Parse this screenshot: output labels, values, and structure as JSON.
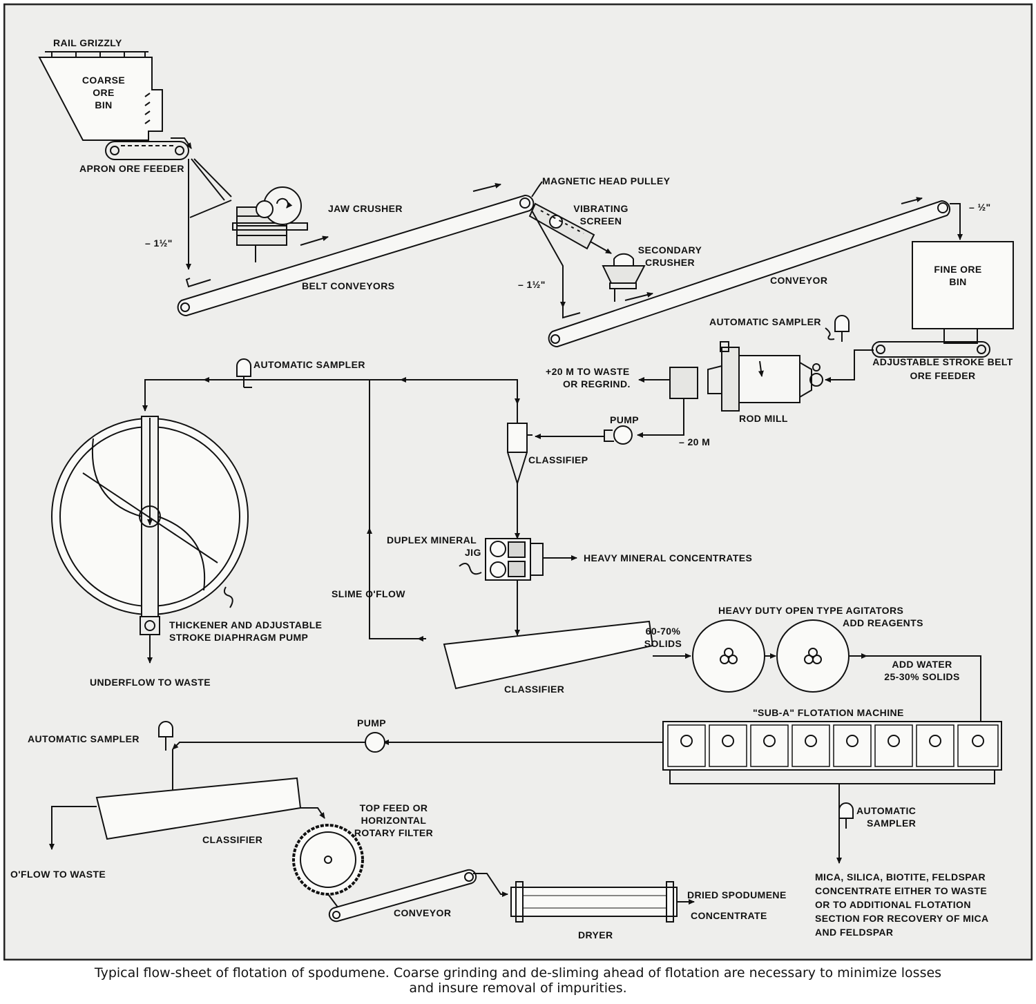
{
  "labels": {
    "rail_grizzly": "RAIL GRIZZLY",
    "coarse_ore_bin": [
      "COARSE",
      "ORE",
      "BIN"
    ],
    "apron_ore_feeder": "APRON ORE FEEDER",
    "jaw_crusher": "JAW CRUSHER",
    "minus_one_half_1": "– 1½\"",
    "belt_conveyors": "BELT CONVEYORS",
    "magnetic_head_pulley": "MAGNETIC HEAD PULLEY",
    "vibrating_screen": [
      "VIBRATING",
      "SCREEN"
    ],
    "secondary_crusher": [
      "SECONDARY",
      "CRUSHER"
    ],
    "minus_one_half_2": "– 1½\"",
    "conveyor_1": "CONVEYOR",
    "minus_half": "– ½\"",
    "fine_ore_bin": [
      "FINE ORE",
      "BIN"
    ],
    "automatic_sampler_1": "AUTOMATIC SAMPLER",
    "adjustable_stroke_belt_ore_feeder": [
      "ADJUSTABLE STROKE BELT",
      "ORE FEEDER"
    ],
    "automatic_sampler_2": "AUTOMATIC SAMPLER",
    "plus_20m": [
      "+20 M TO WASTE",
      "OR REGRIND."
    ],
    "pump_1": "PUMP",
    "rod_mill": "ROD MILL",
    "minus_20m": "– 20 M",
    "classifiep": "CLASSIFIEP",
    "duplex_mineral_jig": [
      "DUPLEX MINERAL",
      "JIG"
    ],
    "heavy_mineral_concentrates": "HEAVY MINERAL CONCENTRATES",
    "slime_oflow": "SLIME O'FLOW",
    "thickener": [
      "THICKENER AND ADJUSTABLE",
      "STROKE DIAPHRAGM PUMP"
    ],
    "underflow_to_waste": "UNDERFLOW TO WASTE",
    "heavy_duty_agitators": "HEAVY DUTY OPEN TYPE AGITATORS",
    "add_reagents": "ADD REAGENTS",
    "solids_60_70": [
      "60-70%",
      "SOLIDS"
    ],
    "classifier_1": "CLASSIFIER",
    "add_water": [
      "ADD WATER",
      "25-30% SOLIDS"
    ],
    "sub_a_flotation": "\"SUB-A\" FLOTATION MACHINE",
    "pump_2": "PUMP",
    "automatic_sampler_3": "AUTOMATIC SAMPLER",
    "automatic_sampler_4": [
      "AUTOMATIC",
      "SAMPLER"
    ],
    "top_feed_filter": [
      "TOP FEED OR",
      "HORIZONTAL",
      "ROTARY FILTER"
    ],
    "classifier_2": "CLASSIFIER",
    "oflow_to_waste": "O'FLOW TO WASTE",
    "conveyor_2": "CONVEYOR",
    "dryer": "DRYER",
    "dried_spodumene": [
      "DRIED SPODUMENE",
      "CONCENTRATE"
    ],
    "mica_concentrate": [
      "MICA, SILICA, BIOTITE, FELDSPAR",
      "CONCENTRATE EITHER TO WASTE",
      "OR TO ADDITIONAL FLOTATION",
      "SECTION FOR RECOVERY OF MICA",
      "AND FELDSPAR"
    ]
  },
  "caption": [
    "Typical flow-sheet of flotation of spodumene. Coarse grinding and de-sliming ahead of flotation are necessary to minimize losses",
    "and insure removal of impurities."
  ],
  "colors": {
    "ink": "#111111",
    "paper": "#eeeeec",
    "frame": "#222222",
    "fill_dark": "#cfcfcc"
  }
}
